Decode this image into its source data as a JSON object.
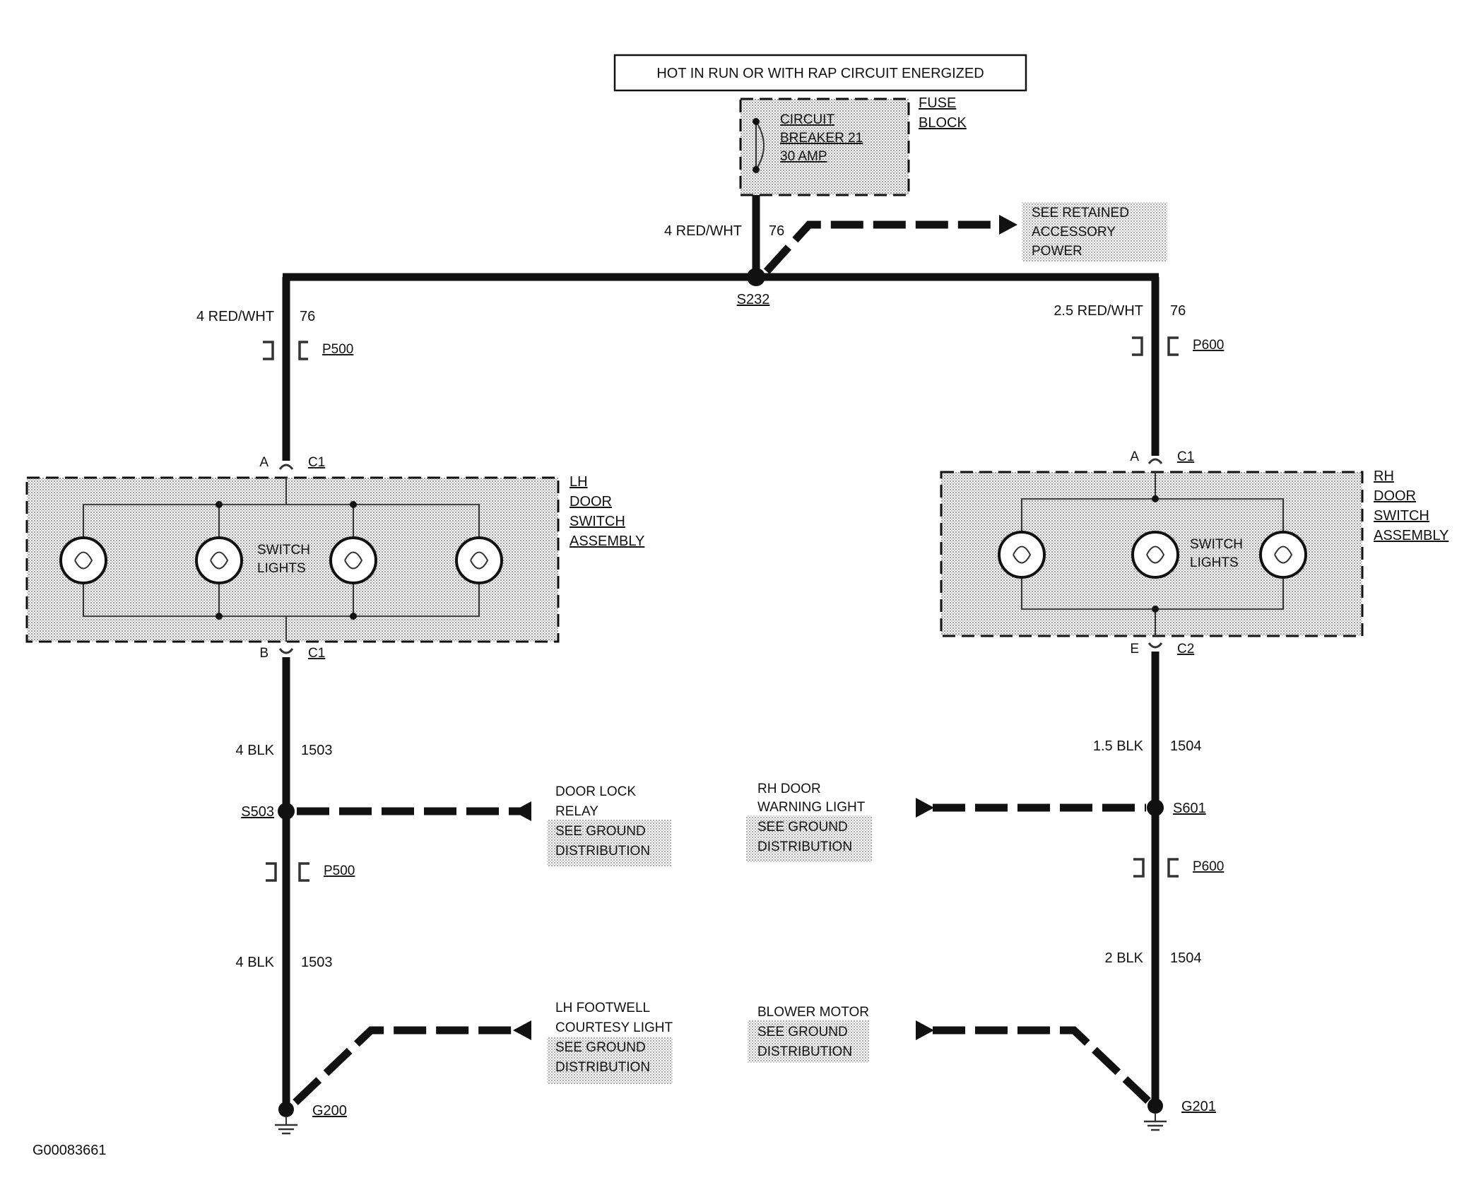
{
  "header": {
    "hot_note": "HOT IN RUN OR WITH RAP CIRCUIT ENERGIZED"
  },
  "fuse": {
    "block_label_1": "FUSE",
    "block_label_2": "BLOCK",
    "line1": "CIRCUIT",
    "line2": "BREAKER 21",
    "line3": "30 AMP"
  },
  "retained": {
    "line1": "SEE RETAINED",
    "line2": "ACCESSORY",
    "line3": "POWER"
  },
  "wires": {
    "top_gauge": "4 RED/WHT",
    "top_circuit": "76",
    "left_gauge": "4 RED/WHT",
    "left_circuit": "76",
    "right_gauge": "2.5 RED/WHT",
    "right_circuit": "76",
    "lh_blk_1_gauge": "4 BLK",
    "lh_blk_1_circuit": "1503",
    "lh_blk_2_gauge": "4 BLK",
    "lh_blk_2_circuit": "1503",
    "rh_blk_1_gauge": "1.5 BLK",
    "rh_blk_1_circuit": "1504",
    "rh_blk_2_gauge": "2 BLK",
    "rh_blk_2_circuit": "1504"
  },
  "splices": {
    "top": "S232",
    "lh": "S503",
    "rh": "S601"
  },
  "connectors": {
    "p500_top": "P500",
    "p600_top": "P600",
    "p500_bottom": "P500",
    "p600_bottom": "P600",
    "lh_top_pin": "A",
    "lh_top_conn": "C1",
    "lh_bot_pin": "B",
    "lh_bot_conn": "C1",
    "rh_top_pin": "A",
    "rh_top_conn": "C1",
    "rh_bot_pin": "E",
    "rh_bot_conn": "C2"
  },
  "lh_switch": {
    "line1": "LH",
    "line2": "DOOR",
    "line3": "SWITCH",
    "line4": "ASSEMBLY",
    "lights_1": "SWITCH",
    "lights_2": "LIGHTS"
  },
  "rh_switch": {
    "line1": "RH",
    "line2": "DOOR",
    "line3": "SWITCH",
    "line4": "ASSEMBLY",
    "lights_1": "SWITCH",
    "lights_2": "LIGHTS"
  },
  "door_lock": {
    "line1": "DOOR LOCK",
    "line2": "RELAY",
    "line3": "SEE GROUND",
    "line4": "DISTRIBUTION"
  },
  "rh_warning": {
    "line1": "RH DOOR",
    "line2": "WARNING LIGHT",
    "line3": "SEE GROUND",
    "line4": "DISTRIBUTION"
  },
  "lh_footwell": {
    "line1": "LH FOOTWELL",
    "line2": "COURTESY LIGHT",
    "line3": "SEE GROUND",
    "line4": "DISTRIBUTION"
  },
  "blower": {
    "line1": "BLOWER MOTOR",
    "line2": "SEE GROUND",
    "line3": "DISTRIBUTION"
  },
  "grounds": {
    "lh": "G200",
    "rh": "G201"
  },
  "figure_id": "G00083661"
}
